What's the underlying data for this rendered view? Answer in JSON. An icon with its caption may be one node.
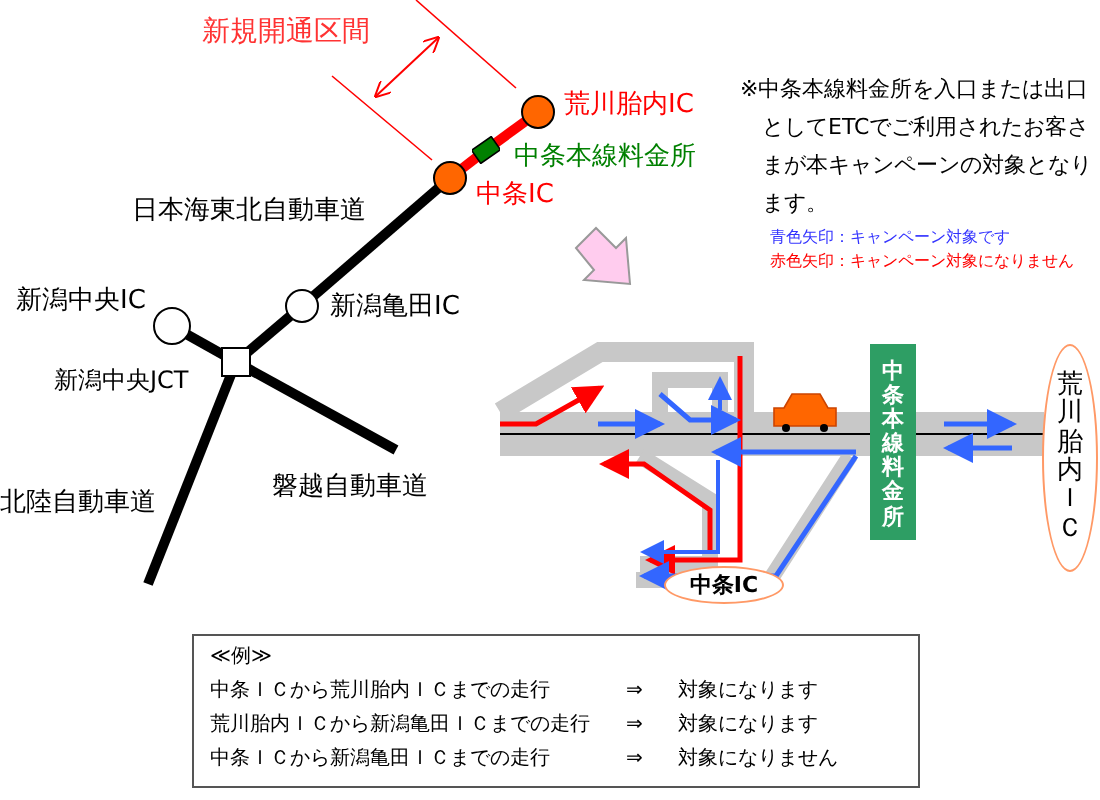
{
  "diagram": {
    "nodes": [
      {
        "text": [],
        "shape": "circle",
        "beside": [
          "荒川胎内IC"
        ]
      },
      {
        "text": [],
        "shape": "box",
        "beside": [
          "中条本線料金所"
        ]
      },
      {
        "text": [],
        "shape": "circle",
        "beside": [
          "中条IC"
        ]
      },
      {
        "text": [],
        "shape": "circle",
        "beside": [
          "新潟亀田IC"
        ]
      },
      {
        "text": [],
        "shape": "circle",
        "beside": [
          "新潟中央IC"
        ]
      },
      {
        "text": [],
        "shape": "box",
        "beside": [
          "新潟中央JCT"
        ]
      },
      {
        "text": [
          "中条本線料金所"
        ]
      },
      {
        "text": [
          "荒川胎内ＩＣ"
        ]
      },
      {
        "text": [
          "中条IC"
        ]
      }
    ],
    "edges": [
      {
        "from": 0,
        "to": 1,
        "arrow": "none",
        "color": "#ff0000"
      },
      {
        "from": 1,
        "to": 2,
        "arrow": "none",
        "color": "#ff0000"
      },
      {
        "from": 2,
        "to": 3,
        "arrow": "none"
      },
      {
        "from": 3,
        "to": 5,
        "arrow": "none"
      },
      {
        "from": 4,
        "to": 5,
        "arrow": "none"
      },
      {
        "from": 5,
        "to": null,
        "arrow": "none"
      },
      {
        "from": 5,
        "to": null,
        "arrow": "none"
      }
    ],
    "labels": [
      "新規開通区間",
      "日本海東北自動車道",
      "北陸自動車道",
      "磐越自動車道",
      "※中条本線料金所を入口または出口としてETCでご利用されたお客さまが本キャンペーンの対象となります。",
      "≪例≫",
      "中条ＩＣから荒川胎内ＩＣまでの走行",
      "⇒",
      "対象になります",
      "荒川胎内ＩＣから新潟亀田ＩＣまでの走行",
      "⇒",
      "対象になります",
      "中条ＩＣから新潟亀田ＩＣまでの走行",
      "⇒",
      "対象になりません"
    ],
    "legend": [
      {
        "text": "青色矢印：キャンペーン対象です",
        "color": "#3333ff"
      },
      {
        "text": "赤色矢印：キャンペーン対象になりません",
        "color": "#ff0000"
      }
    ]
  }
}
